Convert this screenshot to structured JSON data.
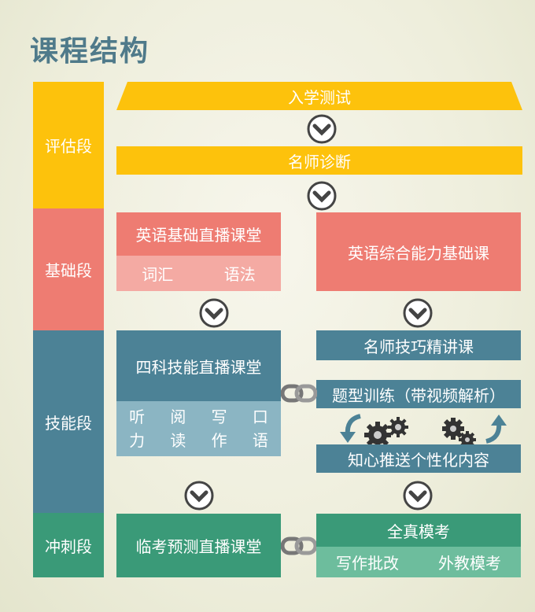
{
  "title": "课程结构",
  "stages": [
    "评估段",
    "基础段",
    "技能段",
    "冲刺段"
  ],
  "assessment": {
    "entrance_test": "入学测试",
    "diagnosis": "名师诊断"
  },
  "foundation": {
    "live_class": "英语基础直播课堂",
    "items": [
      "词汇",
      "语法"
    ],
    "comprehensive": "英语综合能力基础课"
  },
  "skills": {
    "live_class": "四科技能直播课堂",
    "items": [
      [
        "听",
        "力"
      ],
      [
        "阅",
        "读"
      ],
      [
        "写",
        "作"
      ],
      [
        "口",
        "语"
      ]
    ],
    "tips": "名师技巧精讲课",
    "practice": "题型训练（带视频解析）",
    "push": "知心推送个性化内容"
  },
  "sprint": {
    "live_class": "临考预测直播课堂",
    "mock": "全真模考",
    "mock_items": [
      "写作批改",
      "外教模考"
    ]
  },
  "colors": {
    "yellow": "#fdc20c",
    "salmon": "#ee7c72",
    "teal": "#4c8296",
    "green": "#3a9a78",
    "title": "#4f7a8a"
  }
}
